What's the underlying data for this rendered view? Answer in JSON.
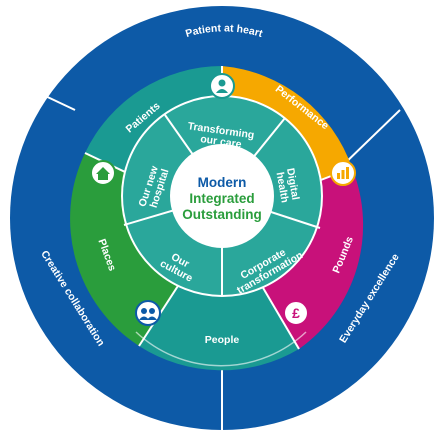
{
  "center": {
    "line1": "Modern",
    "line2": "Integrated",
    "line3": "Outstanding"
  },
  "outer_ring": {
    "top": "Patient at heart",
    "left": "Creative collaboration",
    "right": "Everyday excellence"
  },
  "middle_ring": {
    "patients": "Patients",
    "performance": "Performance",
    "places": "Places",
    "pounds": "Pounds",
    "people": "People"
  },
  "inner_ring": {
    "transforming_line1": "Transforming",
    "transforming_line2": "our care",
    "digital_line1": "Digital",
    "digital_line2": "health",
    "corporate_line1": "Corporate",
    "corporate_line2": "transformation",
    "culture_line1": "Our",
    "culture_line2": "culture",
    "hospital_line1": "Our new",
    "hospital_line2": "hospital"
  },
  "colors": {
    "outer_blue": "#0d5aa7",
    "teal": "#1a9a92",
    "inner_teal": "#2aa79b",
    "orange": "#f6a800",
    "magenta": "#c8117a",
    "green": "#2a9d3c",
    "center_blue": "#0d5aa7",
    "center_green": "#2a9d3c",
    "divider": "#ffffff"
  },
  "icons": [
    "person-icon",
    "chart-icon",
    "home-icon",
    "pound-icon",
    "people-icon"
  ]
}
